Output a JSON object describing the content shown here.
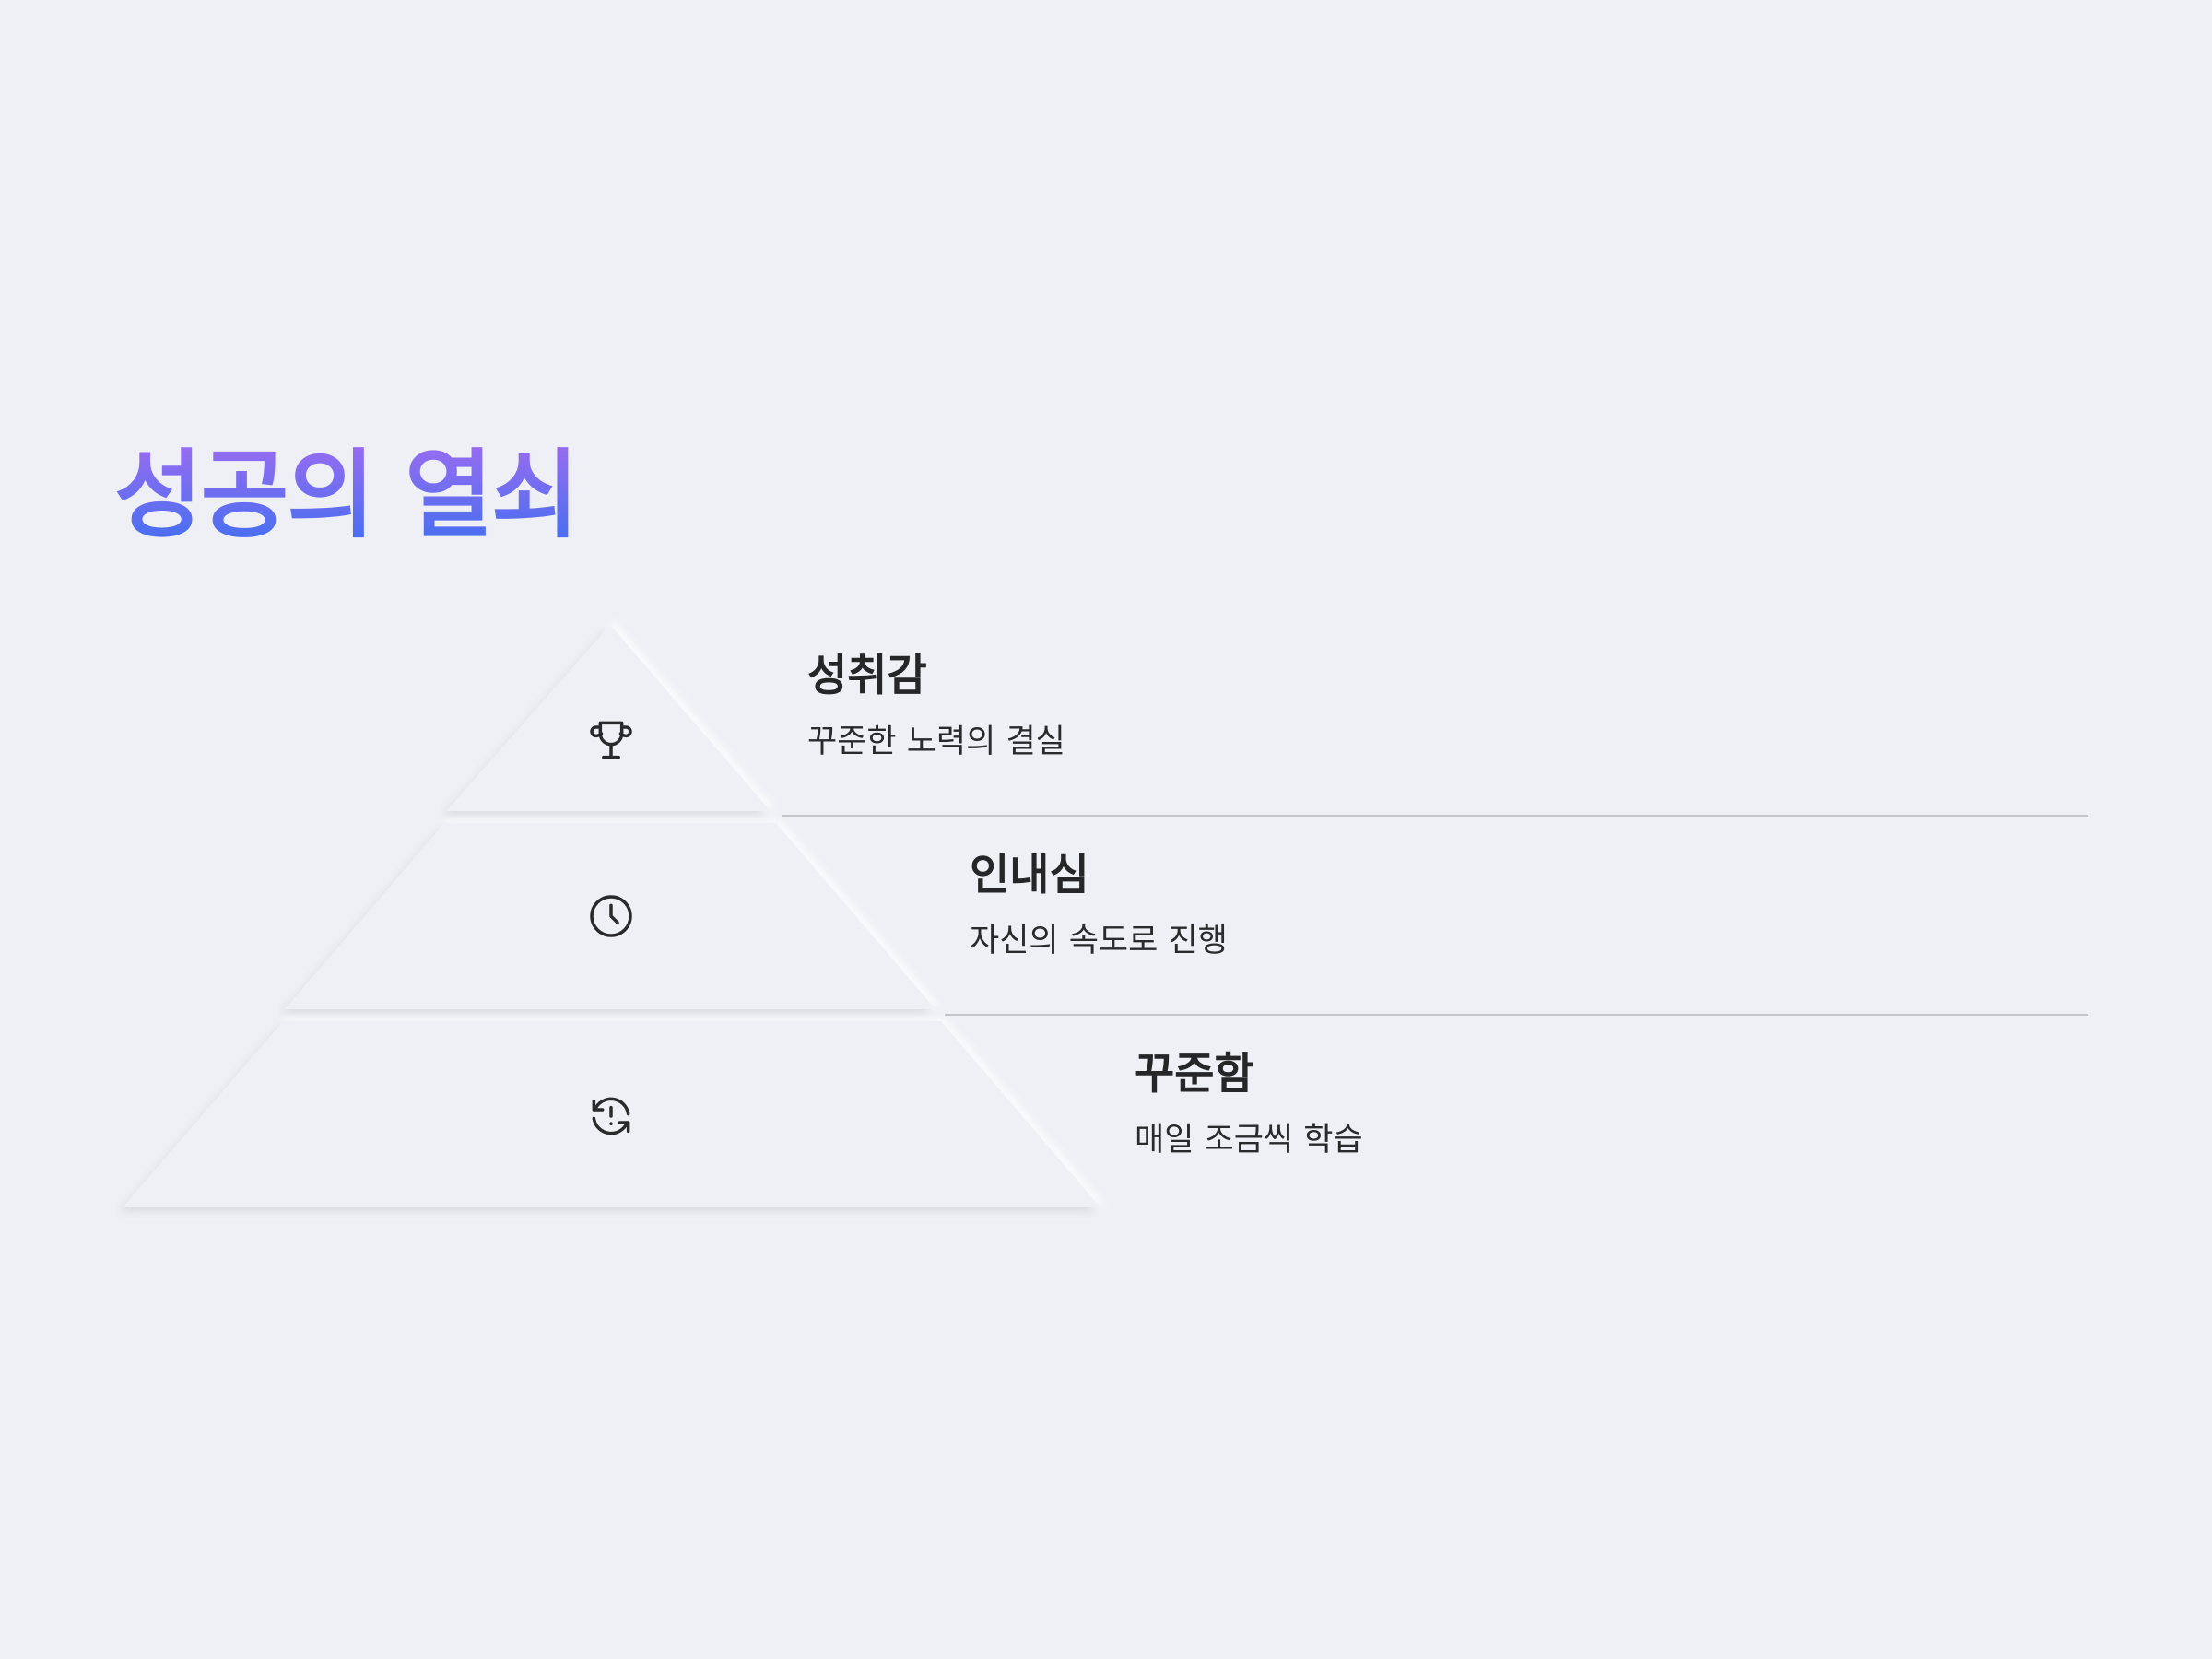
{
  "title": "성공의 열쇠",
  "colors": {
    "background": "#eff0f5",
    "title_gradient_top": "#9b6cf0",
    "title_gradient_bottom": "#3f6ff0",
    "text": "#262628",
    "divider": "#c4c4c9"
  },
  "tiers": [
    {
      "title": "성취감",
      "description": "꾸준한 노력의 결실",
      "icon": "trophy-icon"
    },
    {
      "title": "인내심",
      "description": "자신의 속도로 진행",
      "icon": "clock-icon"
    },
    {
      "title": "꾸준함",
      "description": "매일 조금씩 학습",
      "icon": "refresh-alert-icon"
    }
  ]
}
